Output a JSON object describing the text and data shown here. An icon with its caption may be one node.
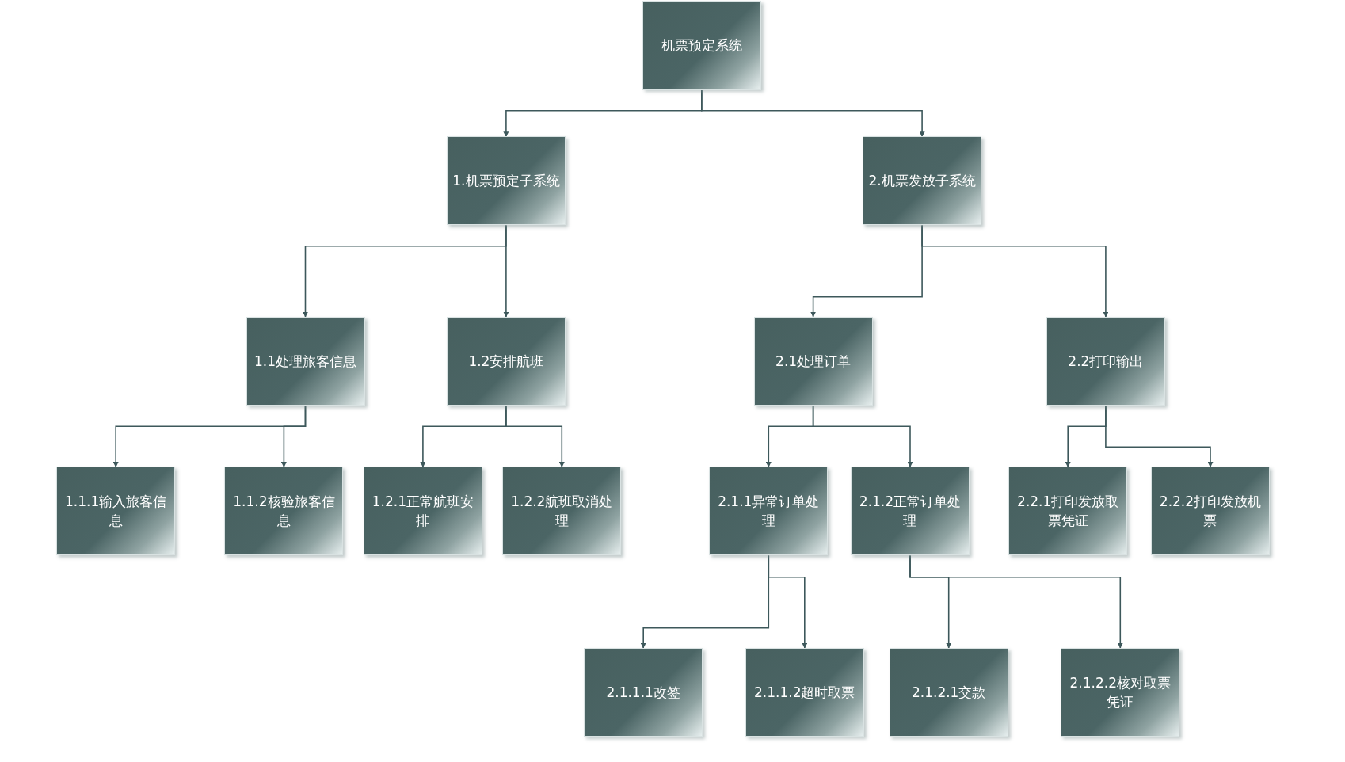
{
  "diagram": {
    "nodes": [
      {
        "text": [
          "机票预定系统"
        ]
      },
      {
        "text": [
          "1.机票预定子系统"
        ]
      },
      {
        "text": [
          "2.机票发放子系统"
        ]
      },
      {
        "text": [
          "1.1处理旅客信息"
        ]
      },
      {
        "text": [
          "1.2安排航班"
        ]
      },
      {
        "text": [
          "2.1处理订单"
        ]
      },
      {
        "text": [
          "2.2打印输出"
        ]
      },
      {
        "text": [
          "1.1.1输入旅客信息"
        ]
      },
      {
        "text": [
          "1.1.2核验旅客信息"
        ]
      },
      {
        "text": [
          "1.2.1正常航班安排"
        ]
      },
      {
        "text": [
          "1.2.2航班取消处理"
        ]
      },
      {
        "text": [
          "2.1.1异常订单处理"
        ]
      },
      {
        "text": [
          "2.1.2正常订单处理"
        ]
      },
      {
        "text": [
          "2.2.1打印发放取票凭证"
        ]
      },
      {
        "text": [
          "2.2.2打印发放机票"
        ]
      },
      {
        "text": [
          "2.1.1.1改签"
        ]
      },
      {
        "text": [
          "2.1.1.2超时取票"
        ]
      },
      {
        "text": [
          "2.1.2.1交款"
        ]
      },
      {
        "text": [
          "2.1.2.2核对取票凭证"
        ]
      }
    ],
    "edges": [
      {
        "from": 0,
        "to": 1,
        "arrow": "to"
      },
      {
        "from": 0,
        "to": 2,
        "arrow": "to"
      },
      {
        "from": 1,
        "to": 3,
        "arrow": "to"
      },
      {
        "from": 1,
        "to": 4,
        "arrow": "to"
      },
      {
        "from": 2,
        "to": 5,
        "arrow": "to"
      },
      {
        "from": 2,
        "to": 6,
        "arrow": "to"
      },
      {
        "from": 3,
        "to": 7,
        "arrow": "to"
      },
      {
        "from": 3,
        "to": 8,
        "arrow": "to"
      },
      {
        "from": 4,
        "to": 9,
        "arrow": "to"
      },
      {
        "from": 4,
        "to": 10,
        "arrow": "to"
      },
      {
        "from": 5,
        "to": 11,
        "arrow": "to"
      },
      {
        "from": 5,
        "to": 12,
        "arrow": "to"
      },
      {
        "from": 6,
        "to": 13,
        "arrow": "to"
      },
      {
        "from": 6,
        "to": 14,
        "arrow": "to"
      },
      {
        "from": 11,
        "to": 15,
        "arrow": "to"
      },
      {
        "from": 11,
        "to": 16,
        "arrow": "to"
      },
      {
        "from": 12,
        "to": 17,
        "arrow": "to"
      },
      {
        "from": 12,
        "to": 18,
        "arrow": "to"
      }
    ]
  }
}
